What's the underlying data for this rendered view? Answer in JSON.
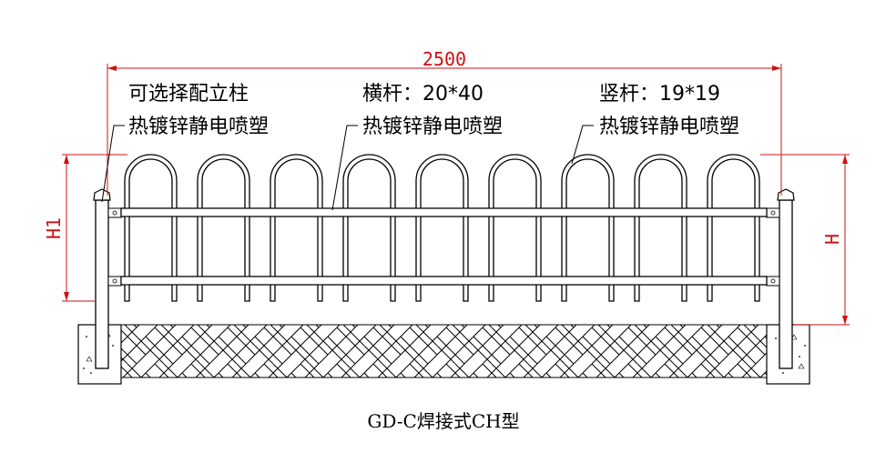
{
  "dimensions": {
    "overall_width": "2500",
    "height_left": "H1",
    "height_right": "H"
  },
  "annotations": {
    "post": {
      "line1": "可选择配立柱",
      "line2": "热镀锌静电喷塑"
    },
    "rail": {
      "line1": "横杆：20*40",
      "line2": "热镀锌静电喷塑"
    },
    "picket": {
      "line1": "竖杆：19*19",
      "line2": "热镀锌静电喷塑"
    }
  },
  "caption": "GD-C焊接式CH型",
  "colors": {
    "dimension": "#cc1111",
    "drawing": "#000000"
  }
}
